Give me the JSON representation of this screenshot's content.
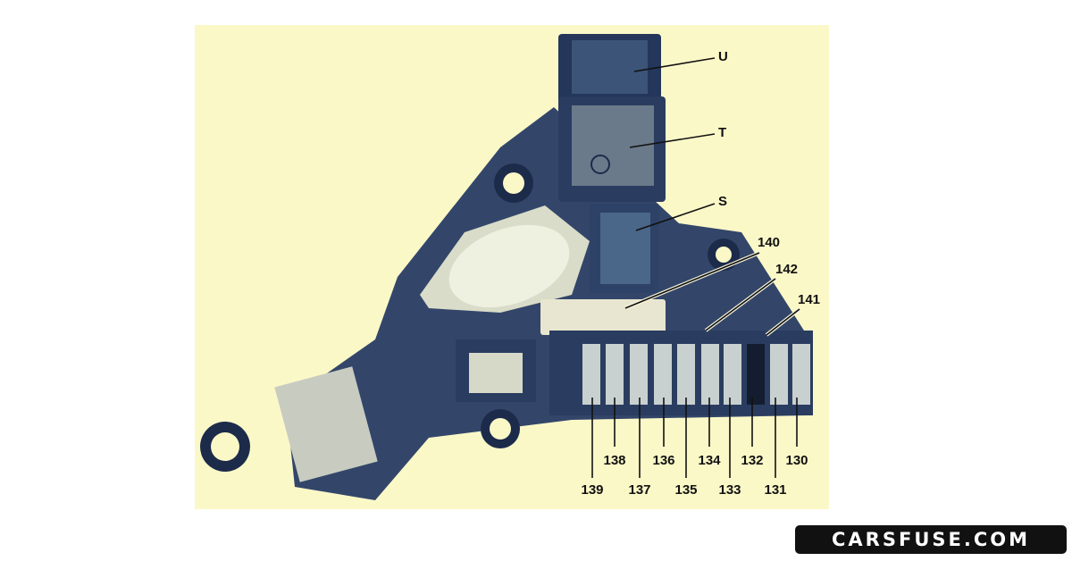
{
  "diagram": {
    "callouts_top": [
      "U",
      "T",
      "S",
      "140",
      "142",
      "141"
    ],
    "callouts_bottom": [
      "139",
      "138",
      "137",
      "136",
      "135",
      "134",
      "133",
      "132",
      "131",
      "130"
    ]
  },
  "logo": {
    "text": "CARSFUSE.COM"
  },
  "colors": {
    "panel": "#fbf8c8",
    "ink": "#1c2b4a"
  }
}
